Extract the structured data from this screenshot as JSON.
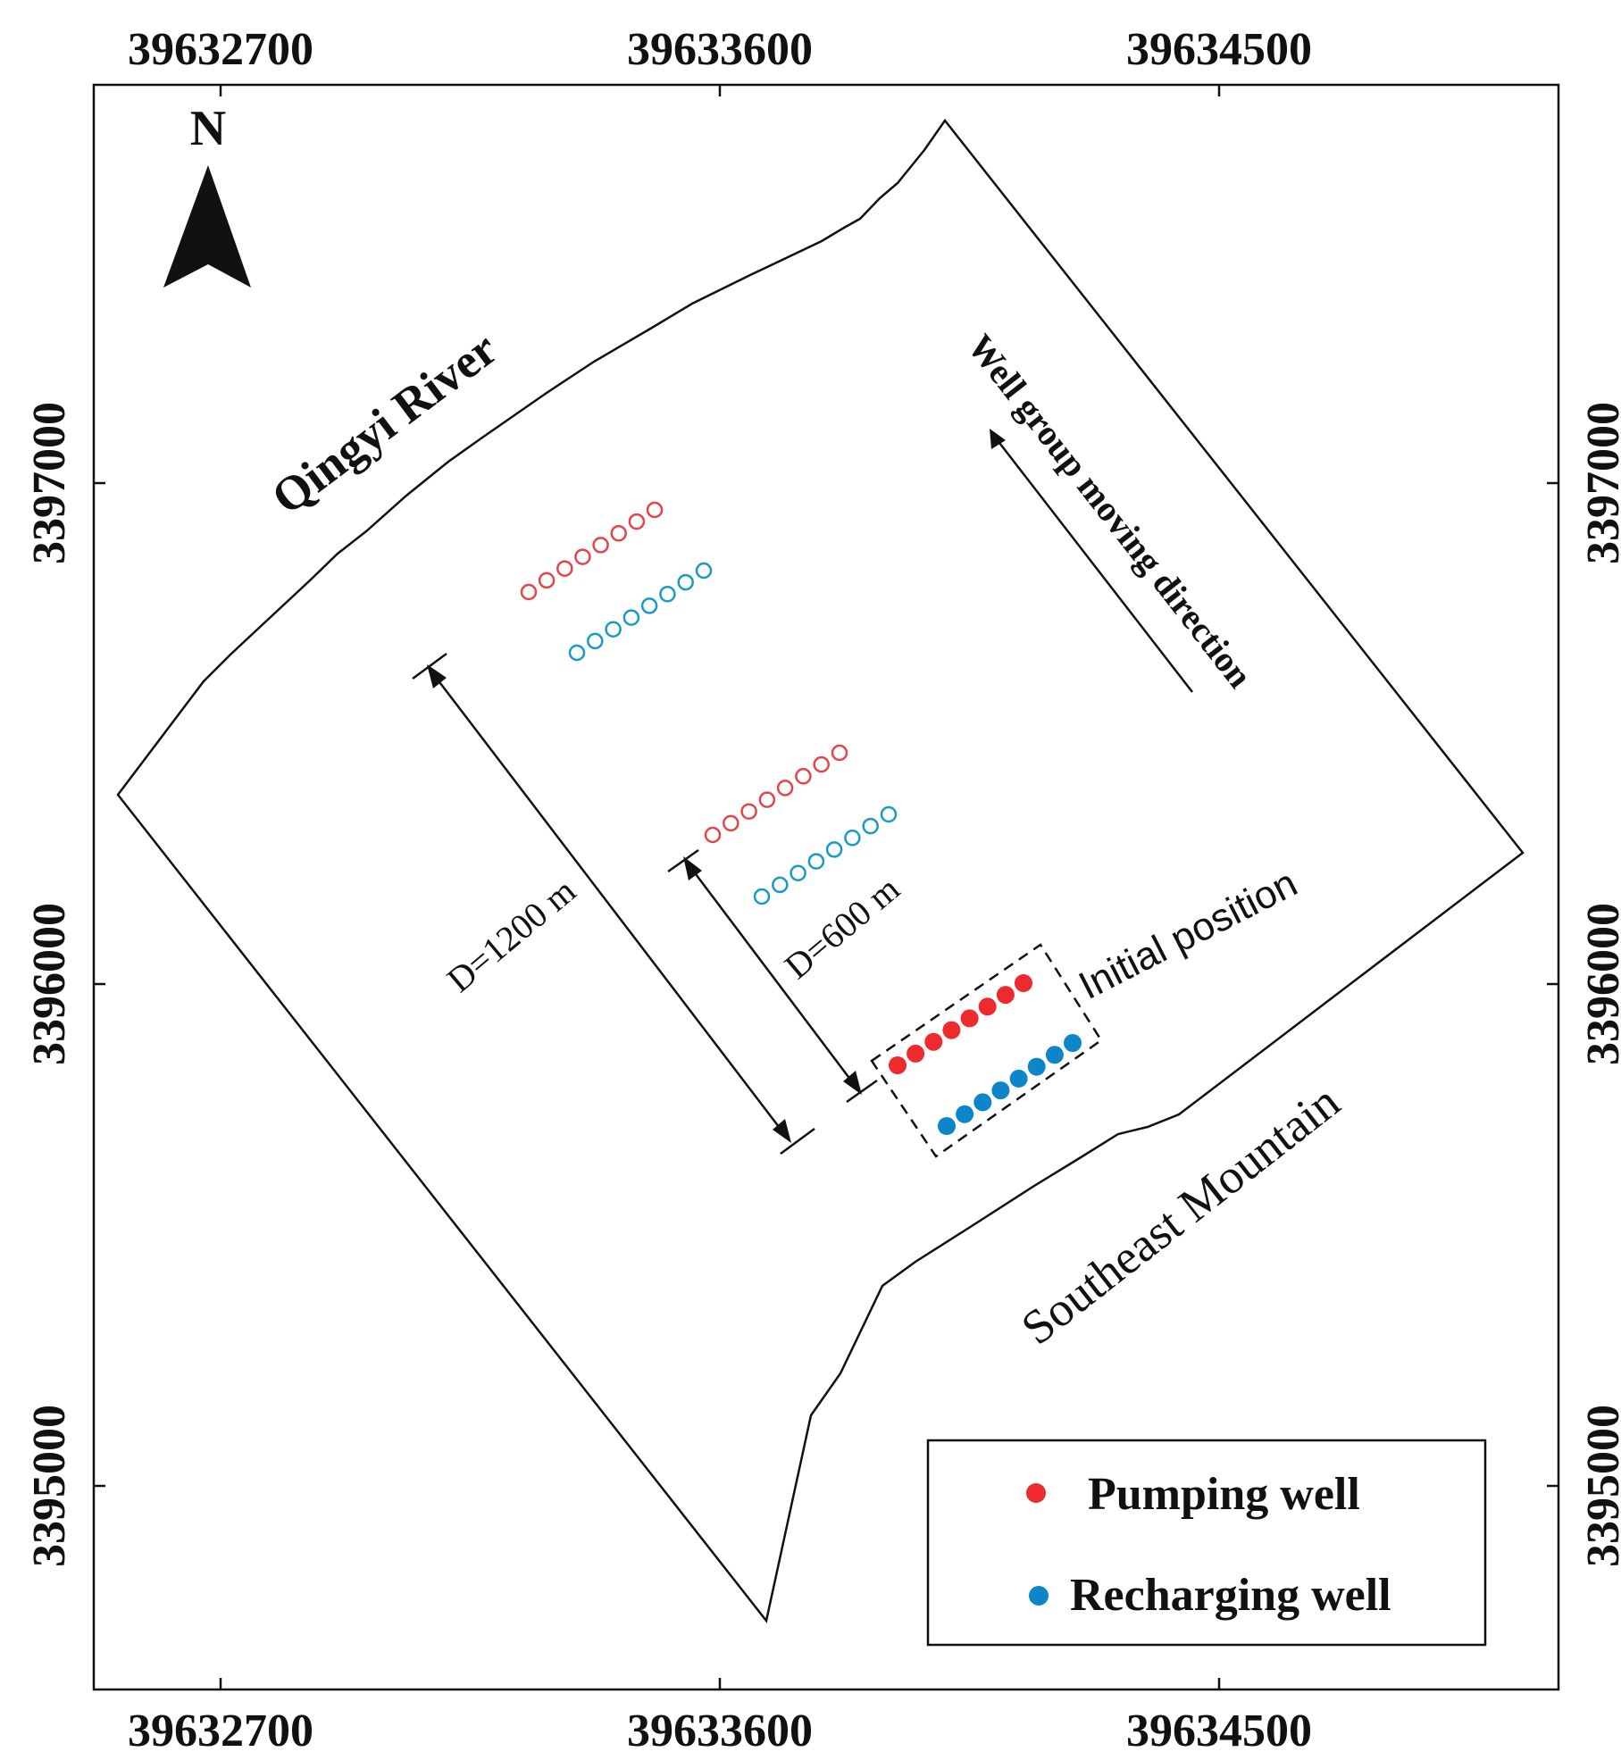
{
  "map": {
    "x_ticks": [
      "39632700",
      "39633600",
      "39634500"
    ],
    "y_ticks": [
      "3397000",
      "3396000",
      "3395000"
    ],
    "north_label": "N",
    "river_label": "Qingyi River",
    "mountain_label": "Southeast Mountain",
    "direction_label": "Well group moving direction",
    "initial_label": "Initial position",
    "d1200_label": "D=1200 m",
    "d600_label": "D=600 m",
    "colors": {
      "pumping": "#ee2a2e",
      "recharging": "#0d86c9",
      "pumping_hollow": "#e0464a",
      "recharging_hollow": "#1a9ac4"
    }
  },
  "legend": {
    "pumping_label": "Pumping well",
    "recharging_label": "Recharging well"
  }
}
